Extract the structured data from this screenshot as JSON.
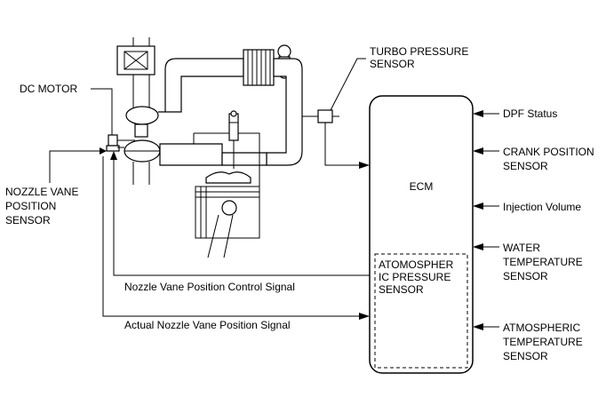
{
  "labels": {
    "dc_motor": "DC MOTOR",
    "turbo_pressure_sensor": [
      "TURBO PRESSURE",
      "SENSOR"
    ],
    "nozzle_vane_position_sensor": [
      "NOZZLE VANE",
      "POSITION",
      "SENSOR"
    ],
    "ecm": "ECM",
    "dpf_status": "DPF Status",
    "crank_position_sensor": [
      "CRANK POSITION",
      "SENSOR"
    ],
    "injection_volume": "Injection Volume",
    "water_temperature_sensor": [
      "WATER",
      "TEMPERATURE",
      "SENSOR"
    ],
    "atmospheric_pressure_sensor": [
      "ATOMOSPHER",
      "IC PRESSURE",
      "SENSOR"
    ],
    "atmospheric_temperature_sensor": [
      "ATMOSPHERIC",
      "TEMPERATURE",
      "SENSOR"
    ],
    "nozzle_vane_control_signal": "Nozzle Vane Position Control Signal",
    "actual_nozzle_vane_signal": "Actual Nozzle Vane Position Signal"
  }
}
